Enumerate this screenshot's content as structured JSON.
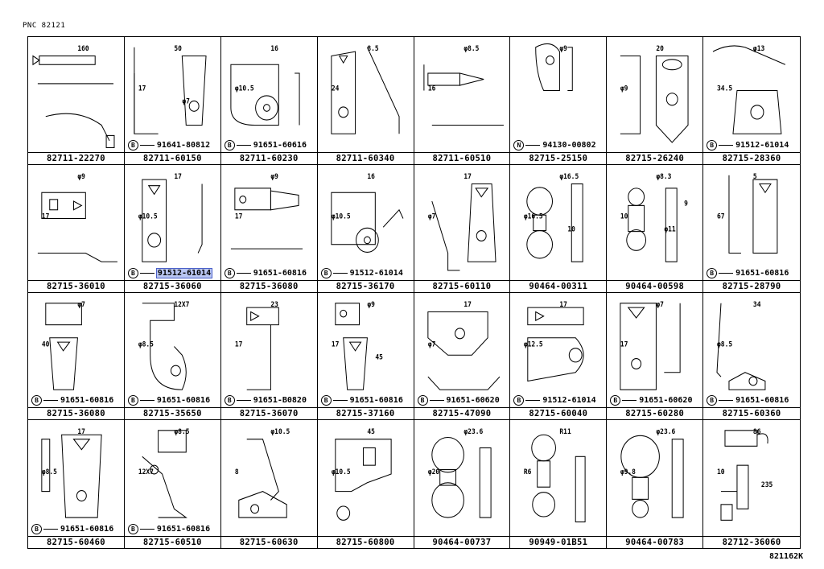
{
  "header": {
    "pnc": "PNC 82121"
  },
  "footer": {
    "code": "821162K"
  },
  "cells": [
    {
      "pn": "82711-22270",
      "sub": "",
      "badge": "",
      "dims": [
        "160"
      ],
      "hl": false
    },
    {
      "pn": "82711-60150",
      "sub": "91641-80812",
      "badge": "B",
      "dims": [
        "50",
        "17",
        "φ7"
      ],
      "hl": false
    },
    {
      "pn": "82711-60230",
      "sub": "91651-60616",
      "badge": "B",
      "dims": [
        "16",
        "φ10.5"
      ],
      "hl": false
    },
    {
      "pn": "82711-60340",
      "sub": "",
      "badge": "",
      "dims": [
        "8.5",
        "24"
      ],
      "hl": false
    },
    {
      "pn": "82711-60510",
      "sub": "",
      "badge": "",
      "dims": [
        "φ8.5",
        "16"
      ],
      "hl": false
    },
    {
      "pn": "82715-25150",
      "sub": "94130-00802",
      "badge": "N",
      "dims": [
        "φ9"
      ],
      "hl": false
    },
    {
      "pn": "82715-26240",
      "sub": "",
      "badge": "",
      "dims": [
        "20",
        "φ9"
      ],
      "hl": false
    },
    {
      "pn": "82715-28360",
      "sub": "91512-61014",
      "badge": "B",
      "dims": [
        "φ13",
        "34.5"
      ],
      "hl": false
    },
    {
      "pn": "82715-36010",
      "sub": "",
      "badge": "",
      "dims": [
        "φ9",
        "17"
      ],
      "hl": false
    },
    {
      "pn": "82715-36060",
      "sub": "91512-61014",
      "badge": "B",
      "dims": [
        "17",
        "φ10.5"
      ],
      "hl": true
    },
    {
      "pn": "82715-36080",
      "sub": "91651-60816",
      "badge": "B",
      "dims": [
        "φ9",
        "17"
      ],
      "hl": false
    },
    {
      "pn": "82715-36170",
      "sub": "91512-61014",
      "badge": "B",
      "dims": [
        "16",
        "φ10.5"
      ],
      "hl": false
    },
    {
      "pn": "82715-60110",
      "sub": "",
      "badge": "",
      "dims": [
        "17",
        "φ7"
      ],
      "hl": false
    },
    {
      "pn": "90464-00311",
      "sub": "",
      "badge": "",
      "dims": [
        "φ16.5",
        "φ16.5",
        "10"
      ],
      "hl": false
    },
    {
      "pn": "90464-00598",
      "sub": "",
      "badge": "",
      "dims": [
        "φ8.3",
        "10",
        "φ11",
        "9"
      ],
      "hl": false
    },
    {
      "pn": "82715-28790",
      "sub": "91651-60816",
      "badge": "B",
      "dims": [
        "5",
        "67"
      ],
      "hl": false
    },
    {
      "pn": "82715-36080",
      "sub": "91651-60816",
      "badge": "B",
      "dims": [
        "φ7",
        "40"
      ],
      "hl": false
    },
    {
      "pn": "82715-35650",
      "sub": "91651-60816",
      "badge": "B",
      "dims": [
        "12X7",
        "φ8.5"
      ],
      "hl": false
    },
    {
      "pn": "82715-36070",
      "sub": "91651-B0820",
      "badge": "B",
      "dims": [
        "23",
        "17"
      ],
      "hl": false
    },
    {
      "pn": "82715-37160",
      "sub": "91651-60816",
      "badge": "B",
      "dims": [
        "φ9",
        "17",
        "45"
      ],
      "hl": false
    },
    {
      "pn": "82715-47090",
      "sub": "91651-60620",
      "badge": "B",
      "dims": [
        "17",
        "φ7"
      ],
      "hl": false
    },
    {
      "pn": "82715-60040",
      "sub": "91512-61014",
      "badge": "B",
      "dims": [
        "17",
        "φ12.5"
      ],
      "hl": false
    },
    {
      "pn": "82715-60280",
      "sub": "91651-60620",
      "badge": "B",
      "dims": [
        "φ7",
        "17"
      ],
      "hl": false
    },
    {
      "pn": "82715-60360",
      "sub": "91651-60816",
      "badge": "B",
      "dims": [
        "34",
        "φ8.5"
      ],
      "hl": false
    },
    {
      "pn": "82715-60460",
      "sub": "91651-60816",
      "badge": "B",
      "dims": [
        "17",
        "φ8.5"
      ],
      "hl": false
    },
    {
      "pn": "82715-60510",
      "sub": "91651-60816",
      "badge": "B",
      "dims": [
        "φ8.5",
        "12X7"
      ],
      "hl": false
    },
    {
      "pn": "82715-60630",
      "sub": "",
      "badge": "",
      "dims": [
        "φ10.5",
        "8"
      ],
      "hl": false
    },
    {
      "pn": "82715-60800",
      "sub": "",
      "badge": "",
      "dims": [
        "45",
        "φ10.5"
      ],
      "hl": false
    },
    {
      "pn": "90464-00737",
      "sub": "",
      "badge": "",
      "dims": [
        "φ23.6",
        "φ20"
      ],
      "hl": false
    },
    {
      "pn": "90949-01B51",
      "sub": "",
      "badge": "",
      "dims": [
        "R11",
        "R6"
      ],
      "hl": false
    },
    {
      "pn": "90464-00783",
      "sub": "",
      "badge": "",
      "dims": [
        "φ23.6",
        "φ9.8"
      ],
      "hl": false
    },
    {
      "pn": "82712-36060",
      "sub": "",
      "badge": "",
      "dims": [
        "86",
        "10",
        "235"
      ],
      "hl": false
    }
  ]
}
